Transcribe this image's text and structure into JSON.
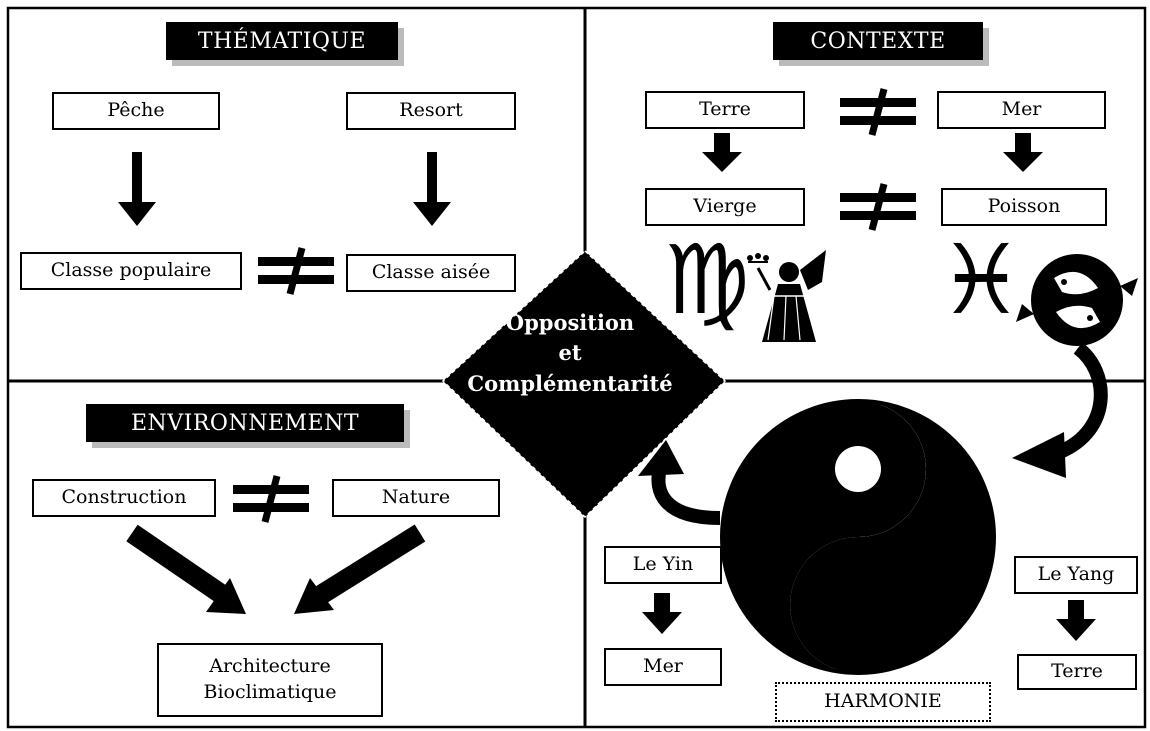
{
  "quadrants": {
    "thematique": {
      "title": "THÉMATIQUE",
      "box_left_top": "Pêche",
      "box_right_top": "Resort",
      "box_left_bottom": "Classe populaire",
      "box_right_bottom": "Classe aisée"
    },
    "contexte": {
      "title": "CONTEXTE",
      "box_left_top": "Terre",
      "box_right_top": "Mer",
      "box_left_bottom": "Vierge",
      "box_right_bottom": "Poisson",
      "symbols": [
        "virgo-zodiac-icon",
        "virgo-figure-icon",
        "pisces-zodiac-icon",
        "pisces-fish-icon"
      ]
    },
    "environnement": {
      "title": "ENVIRONNEMENT",
      "box_left": "Construction",
      "box_right": "Nature",
      "result_line1": "Architecture",
      "result_line2": "Bioclimatique"
    },
    "harmonie": {
      "yin_label": "Le Yin",
      "yin_value": "Mer",
      "yang_label": "Le Yang",
      "yang_value": "Terre",
      "caption": "HARMONIE",
      "symbol": "yin-yang-icon"
    }
  },
  "center": {
    "line1": "Opposition",
    "line2": "et",
    "line3": "Complémentarité"
  },
  "colors": {
    "ink": "#000000",
    "paper": "#ffffff",
    "header_shadow": "#bbbbbb"
  }
}
